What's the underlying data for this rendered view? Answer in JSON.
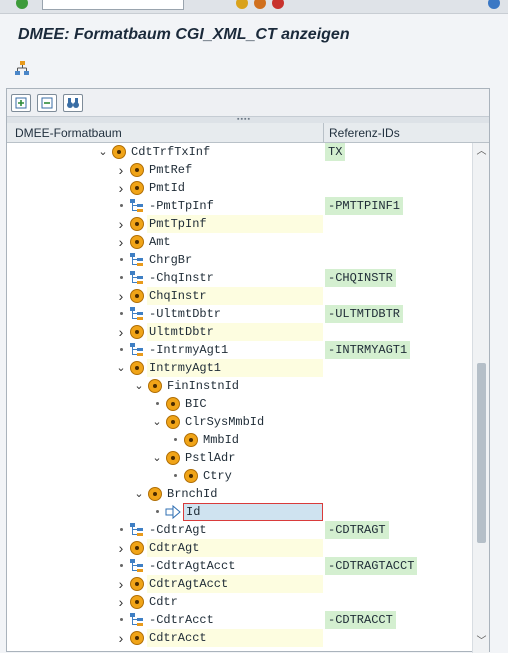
{
  "window": {
    "title": "DMEE: Formatbaum CGI_XML_CT anzeigen"
  },
  "columns": {
    "tree": "DMEE-Formatbaum",
    "refs": "Referenz-IDs"
  },
  "colors": {
    "highlight": "#fdfde0",
    "ref_bg": "#d4efd0",
    "selected_bg": "#cfe3f0",
    "node_orange": "#f0a418"
  },
  "tree": [
    {
      "label": "CdtTrfTxInf",
      "ref": "TX",
      "level": 0,
      "type": "folder",
      "toggle": "expanded"
    },
    {
      "label": "PmtRef",
      "ref": "",
      "level": 1,
      "type": "node",
      "toggle": "collapsed"
    },
    {
      "label": "PmtId",
      "ref": "",
      "level": 1,
      "type": "node",
      "toggle": "collapsed"
    },
    {
      "label": "-PmtTpInf",
      "ref": "-PMTTPINF1",
      "level": 1,
      "type": "struct",
      "toggle": "leaf"
    },
    {
      "label": "PmtTpInf",
      "ref": "",
      "level": 1,
      "type": "node",
      "toggle": "collapsed",
      "highlight": true
    },
    {
      "label": "Amt",
      "ref": "",
      "level": 1,
      "type": "node",
      "toggle": "collapsed"
    },
    {
      "label": "ChrgBr",
      "ref": "",
      "level": 1,
      "type": "struct",
      "toggle": "leaf"
    },
    {
      "label": "-ChqInstr",
      "ref": "-CHQINSTR",
      "level": 1,
      "type": "struct",
      "toggle": "leaf"
    },
    {
      "label": "ChqInstr",
      "ref": "",
      "level": 1,
      "type": "node",
      "toggle": "collapsed",
      "highlight": true
    },
    {
      "label": "-UltmtDbtr",
      "ref": "-ULTMTDBTR",
      "level": 1,
      "type": "struct",
      "toggle": "leaf"
    },
    {
      "label": "UltmtDbtr",
      "ref": "",
      "level": 1,
      "type": "node",
      "toggle": "collapsed",
      "highlight": true
    },
    {
      "label": "-IntrmyAgt1",
      "ref": "-INTRMYAGT1",
      "level": 1,
      "type": "struct",
      "toggle": "leaf"
    },
    {
      "label": "IntrmyAgt1",
      "ref": "",
      "level": 1,
      "type": "node",
      "toggle": "expanded",
      "highlight": true
    },
    {
      "label": "FinInstnId",
      "ref": "",
      "level": 2,
      "type": "node",
      "toggle": "expanded"
    },
    {
      "label": "BIC",
      "ref": "",
      "level": 3,
      "type": "node",
      "toggle": "leaf"
    },
    {
      "label": "ClrSysMmbId",
      "ref": "",
      "level": 3,
      "type": "node",
      "toggle": "expanded"
    },
    {
      "label": "MmbId",
      "ref": "",
      "level": 4,
      "type": "node",
      "toggle": "leaf"
    },
    {
      "label": "PstlAdr",
      "ref": "",
      "level": 3,
      "type": "node",
      "toggle": "expanded"
    },
    {
      "label": "Ctry",
      "ref": "",
      "level": 4,
      "type": "node",
      "toggle": "leaf"
    },
    {
      "label": "BrnchId",
      "ref": "",
      "level": 2,
      "type": "node",
      "toggle": "expanded"
    },
    {
      "label": "Id",
      "ref": "",
      "level": 3,
      "type": "arrow",
      "toggle": "leaf",
      "selected": true
    },
    {
      "label": "-CdtrAgt",
      "ref": "-CDTRAGT",
      "level": 1,
      "type": "struct",
      "toggle": "leaf"
    },
    {
      "label": "CdtrAgt",
      "ref": "",
      "level": 1,
      "type": "node",
      "toggle": "collapsed",
      "highlight": true
    },
    {
      "label": "-CdtrAgtAcct",
      "ref": "-CDTRAGTACCT",
      "level": 1,
      "type": "struct",
      "toggle": "leaf"
    },
    {
      "label": "CdtrAgtAcct",
      "ref": "",
      "level": 1,
      "type": "node",
      "toggle": "collapsed",
      "highlight": true
    },
    {
      "label": "Cdtr",
      "ref": "",
      "level": 1,
      "type": "node",
      "toggle": "collapsed"
    },
    {
      "label": "-CdtrAcct",
      "ref": "-CDTRACCT",
      "level": 1,
      "type": "struct",
      "toggle": "leaf"
    },
    {
      "label": "CdtrAcct",
      "ref": "",
      "level": 1,
      "type": "node",
      "toggle": "collapsed",
      "highlight": true
    }
  ]
}
